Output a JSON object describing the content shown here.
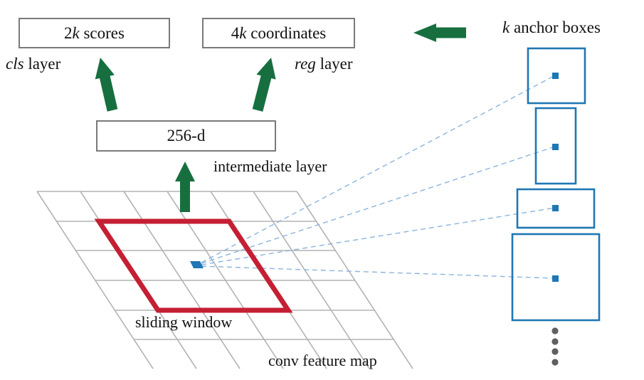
{
  "diagram": {
    "boxes": {
      "scores": {
        "prefix": "2",
        "k": "k",
        "suffix": " scores"
      },
      "coordinates": {
        "prefix": "4",
        "k": "k",
        "suffix": " coordinates"
      },
      "intermediate": "256-d"
    },
    "labels": {
      "cls": {
        "em": "cls",
        "rest": " layer"
      },
      "reg": {
        "em": "reg",
        "rest": " layer"
      },
      "intermediate_layer": "intermediate layer",
      "sliding_window": "sliding window",
      "conv_feature_map": "conv feature map",
      "anchors": {
        "em": "k",
        "rest": " anchor boxes"
      }
    },
    "colors": {
      "arrow_green": "#176f3f",
      "window_red": "#c41f33",
      "anchor_blue": "#1f77b4",
      "connector_blue": "#8ab4dd",
      "grid_gray": "#b3b3b3",
      "box_border_gray": "#7a7a7a",
      "ellipsis_gray": "#5f5f5f",
      "text_black": "#111111"
    }
  }
}
